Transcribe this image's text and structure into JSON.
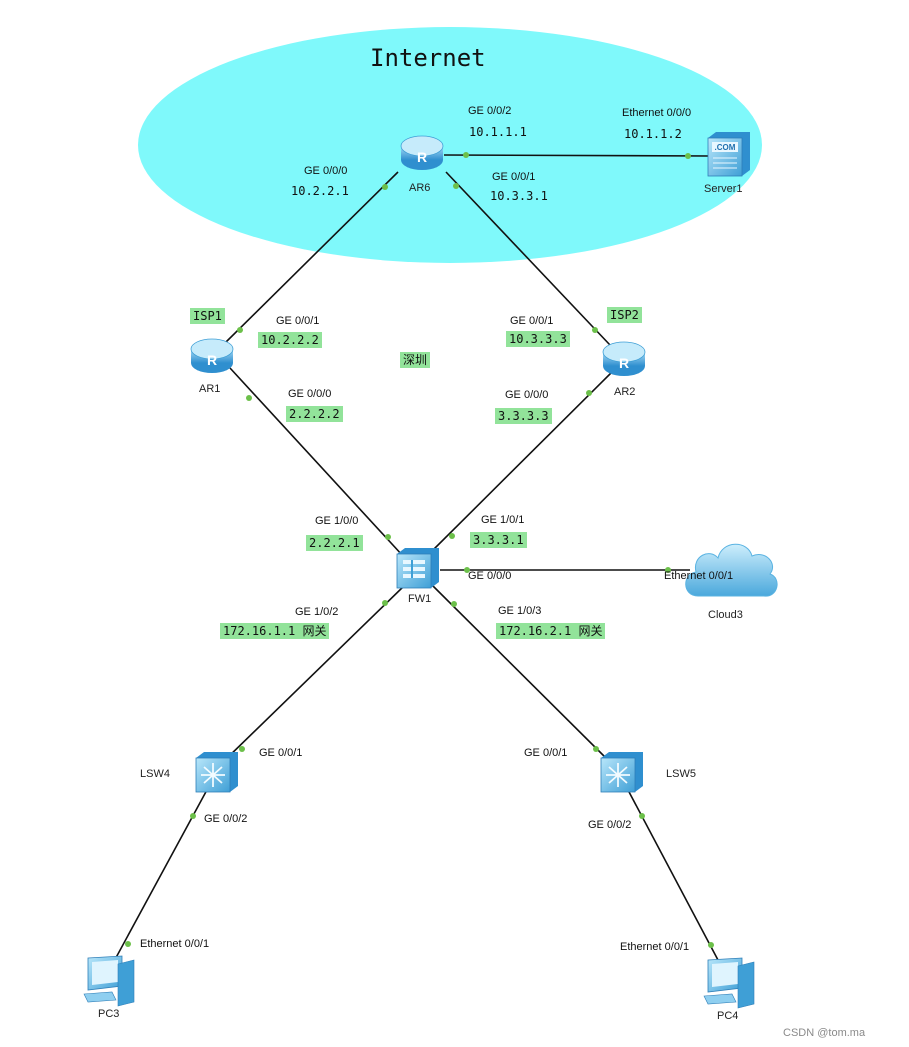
{
  "title": "Internet",
  "region_label": "深圳",
  "watermark": "CSDN @tom.ma",
  "colors": {
    "internet_cloud": "#7ff9fb",
    "highlight": "#92e39a",
    "link": "#111111",
    "port_dot": "#6cc04a",
    "device_blue": "#3f9fd6"
  },
  "tags": {
    "isp1": "ISP1",
    "isp2": "ISP2"
  },
  "nodes": {
    "ar6": {
      "name": "AR6",
      "icon": "router-icon"
    },
    "server1": {
      "name": "Server1",
      "icon": "server-icon",
      "badge": ".COM"
    },
    "ar1": {
      "name": "AR1",
      "icon": "router-icon"
    },
    "ar2": {
      "name": "AR2",
      "icon": "router-icon"
    },
    "fw1": {
      "name": "FW1",
      "icon": "firewall-icon"
    },
    "cloud3": {
      "name": "Cloud3",
      "icon": "cloud-icon"
    },
    "lsw4": {
      "name": "LSW4",
      "icon": "switch-icon"
    },
    "lsw5": {
      "name": "LSW5",
      "icon": "switch-icon"
    },
    "pc3": {
      "name": "PC3",
      "icon": "pc-icon"
    },
    "pc4": {
      "name": "PC4",
      "icon": "pc-icon"
    }
  },
  "interfaces": {
    "ar6_g002": {
      "port": "GE 0/0/2",
      "ip": "10.1.1.1"
    },
    "server1_e000": {
      "port": "Ethernet 0/0/0",
      "ip": "10.1.1.2"
    },
    "ar6_g000": {
      "port": "GE 0/0/0",
      "ip": "10.2.2.1"
    },
    "ar6_g001": {
      "port": "GE 0/0/1",
      "ip": "10.3.3.1"
    },
    "ar1_g001": {
      "port": "GE 0/0/1",
      "ip": "10.2.2.2"
    },
    "ar1_g000": {
      "port": "GE 0/0/0",
      "ip": "2.2.2.2"
    },
    "ar2_g001": {
      "port": "GE 0/0/1",
      "ip": "10.3.3.3"
    },
    "ar2_g000": {
      "port": "GE 0/0/0",
      "ip": "3.3.3.3"
    },
    "fw1_g100": {
      "port": "GE 1/0/0",
      "ip": "2.2.2.1"
    },
    "fw1_g101": {
      "port": "GE 1/0/1",
      "ip": "3.3.3.1"
    },
    "fw1_g000": {
      "port": "GE 0/0/0"
    },
    "cloud3_e001": {
      "port": "Ethernet 0/0/1"
    },
    "fw1_g102": {
      "port": "GE 1/0/2",
      "ip": "172.16.1.1 网关"
    },
    "fw1_g103": {
      "port": "GE 1/0/3",
      "ip": "172.16.2.1 网关"
    },
    "lsw4_g001": {
      "port": "GE 0/0/1"
    },
    "lsw4_g002": {
      "port": "GE 0/0/2"
    },
    "lsw5_g001": {
      "port": "GE 0/0/1"
    },
    "lsw5_g002": {
      "port": "GE 0/0/2"
    },
    "pc3_e001": {
      "port": "Ethernet 0/0/1"
    },
    "pc4_e001": {
      "port": "Ethernet 0/0/1"
    }
  },
  "links": [
    {
      "from": "ar6",
      "to": "server1"
    },
    {
      "from": "ar6",
      "to": "ar1"
    },
    {
      "from": "ar6",
      "to": "ar2"
    },
    {
      "from": "ar1",
      "to": "fw1"
    },
    {
      "from": "ar2",
      "to": "fw1"
    },
    {
      "from": "fw1",
      "to": "cloud3"
    },
    {
      "from": "fw1",
      "to": "lsw4"
    },
    {
      "from": "fw1",
      "to": "lsw5"
    },
    {
      "from": "lsw4",
      "to": "pc3"
    },
    {
      "from": "lsw5",
      "to": "pc4"
    }
  ]
}
